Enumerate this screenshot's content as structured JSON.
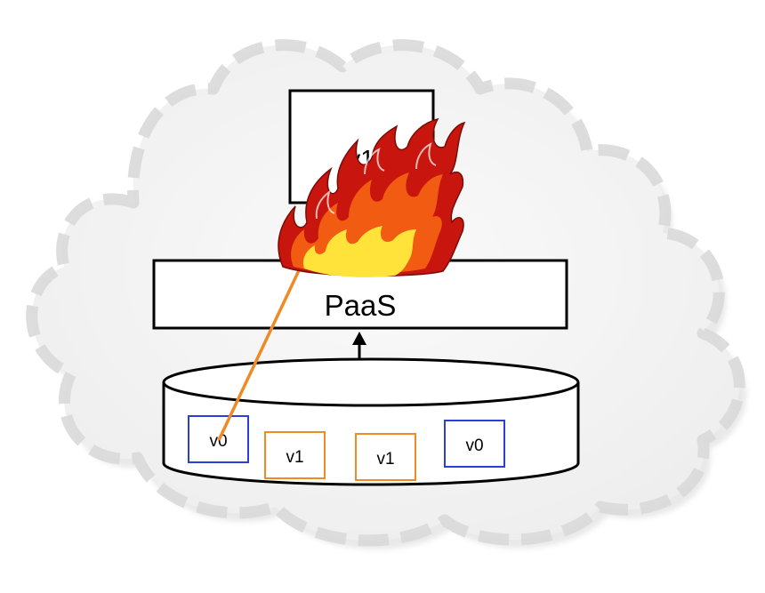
{
  "diagram": {
    "app_box": {
      "label": "v1"
    },
    "paas": {
      "label": "PaaS"
    },
    "storage": {
      "items": [
        {
          "label": "v0",
          "color": "#2a3fd6"
        },
        {
          "label": "v1",
          "color": "#f08a24"
        },
        {
          "label": "v1",
          "color": "#f08a24"
        },
        {
          "label": "v0",
          "color": "#2a3fd6"
        }
      ]
    },
    "colors": {
      "cloud_fill": "#f1f1f1",
      "cloud_dash": "#d9d9d9",
      "connector": "#f08a24",
      "flame_outer": "#c8160e",
      "flame_mid": "#f25c12",
      "flame_core": "#ffe23a"
    },
    "icons": [
      "cloud-shape",
      "fire-icon",
      "bidirectional-arrow-icon"
    ]
  }
}
